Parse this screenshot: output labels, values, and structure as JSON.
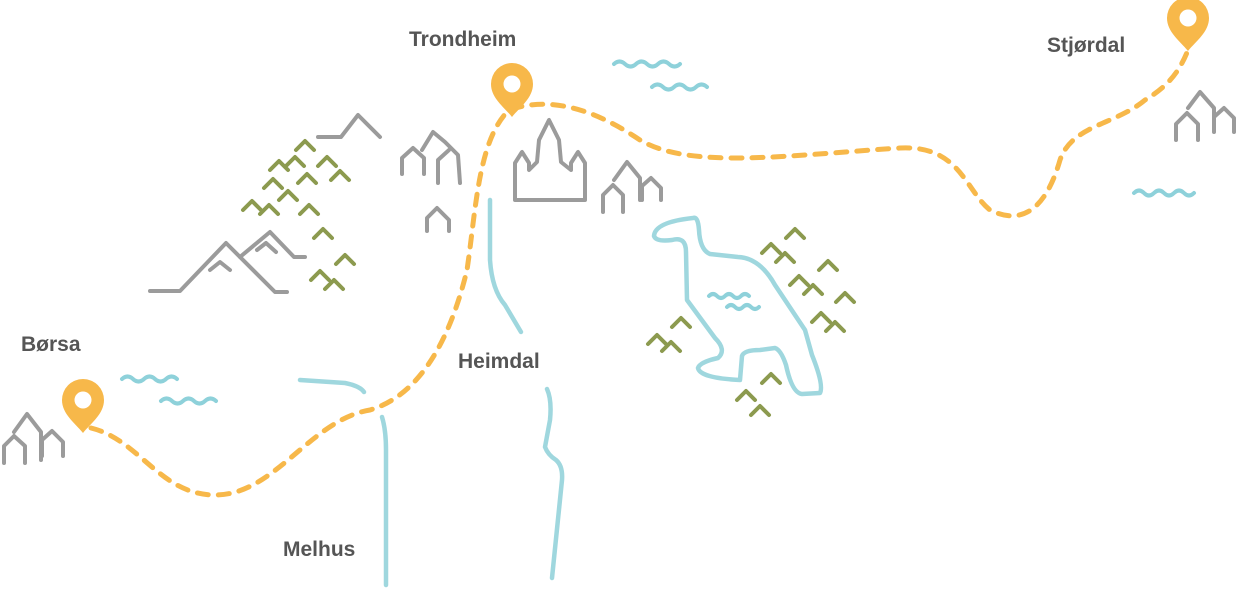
{
  "map": {
    "places": [
      {
        "name": "Trondheim",
        "key": "trondheim",
        "has_pin": true
      },
      {
        "name": "Stjørdal",
        "key": "stjordal",
        "has_pin": true
      },
      {
        "name": "Børsa",
        "key": "borsa",
        "has_pin": true
      },
      {
        "name": "Heimdal",
        "key": "heimdal",
        "has_pin": false
      },
      {
        "name": "Melhus",
        "key": "melhus",
        "has_pin": false
      }
    ],
    "colors": {
      "route": "#f7b84a",
      "pin": "#f7b84a",
      "river": "#9fd7de",
      "water_wave": "#8ed1da",
      "mountain": "#9b9b9b",
      "building": "#9b9b9b",
      "forest": "#8c9a4f",
      "label": "#555555"
    },
    "icons": [
      "map-pin-icon",
      "mountain-icon",
      "house-icon",
      "church-icon",
      "tree-icon",
      "wave-icon",
      "river-icon"
    ]
  }
}
